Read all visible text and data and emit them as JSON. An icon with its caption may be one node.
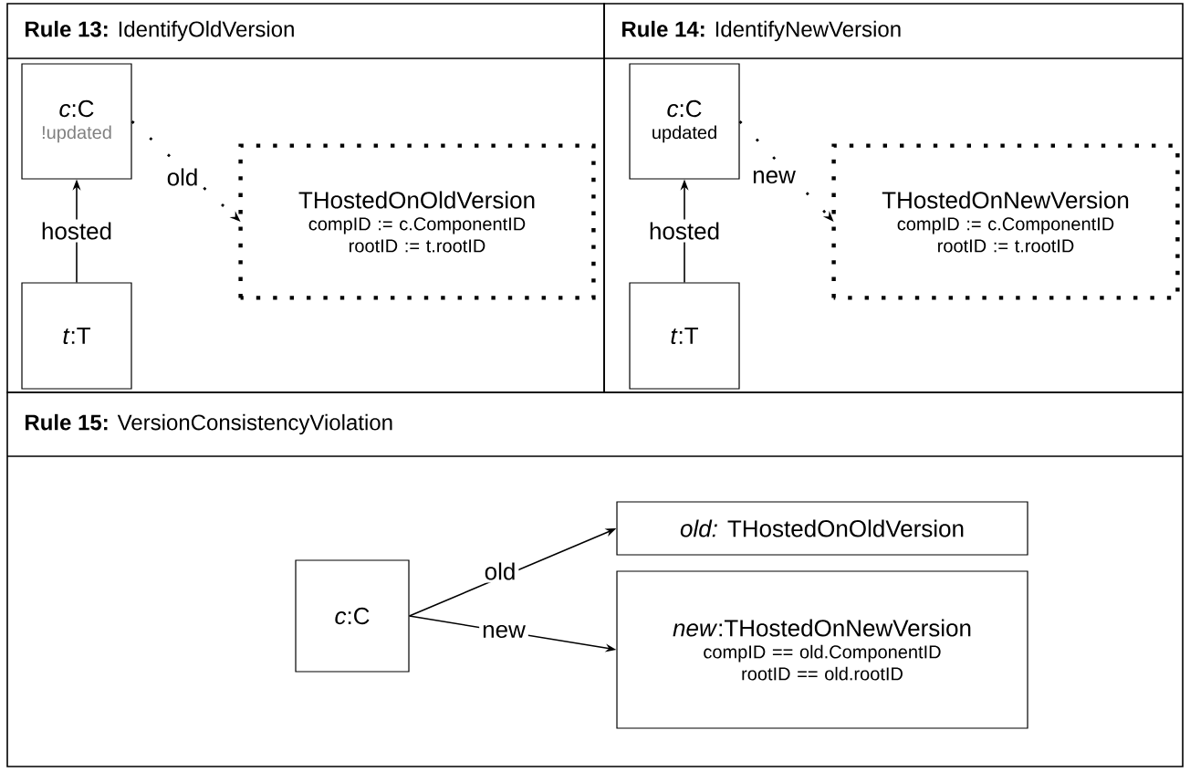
{
  "diagram": {
    "nodes": [
      {
        "text": [
          "**Rule 13:** IdentifyOldVersion"
        ]
      },
      {
        "text": [
          "*c*:C",
          "!updated"
        ],
        "in": 0
      },
      {
        "text": [
          "*t*:T"
        ],
        "in": 0
      },
      {
        "text": [
          "THostedOnOldVersion",
          "compID := c.ComponentID rootID := t.rootID"
        ],
        "in": 0
      },
      {
        "text": [
          "**Rule 14:** IdentifyNewVersion"
        ]
      },
      {
        "text": [
          "*c*:C",
          "updated"
        ],
        "in": 4
      },
      {
        "text": [
          "*t*:T"
        ],
        "in": 4
      },
      {
        "text": [
          "THostedOnNewVersion",
          "compID := c.ComponentID rootID := t.rootID"
        ],
        "in": 4
      },
      {
        "text": [
          "**Rule 15:** VersionConsistencyViolation"
        ]
      },
      {
        "text": [
          "*c*:C"
        ],
        "in": 8
      },
      {
        "text": [
          "*old:* THostedOnOldVersion"
        ],
        "in": 8
      },
      {
        "text": [
          "*new*:THostedOnNewVersion",
          "compID == old.ComponentID rootID == old.rootID"
        ],
        "in": 8
      }
    ],
    "edges": [
      {
        "from": 2,
        "to": 1,
        "arrow": "to",
        "label": "hosted"
      },
      {
        "from": 1,
        "to": 3,
        "arrow": "to",
        "label": "old",
        "style": "dashed"
      },
      {
        "from": 6,
        "to": 5,
        "arrow": "to",
        "label": "hosted"
      },
      {
        "from": 5,
        "to": 7,
        "arrow": "to",
        "label": "new",
        "style": "dashed"
      },
      {
        "from": 9,
        "to": 10,
        "arrow": "to",
        "label": "old"
      },
      {
        "from": 9,
        "to": 11,
        "arrow": "to",
        "label": "new"
      }
    ]
  }
}
